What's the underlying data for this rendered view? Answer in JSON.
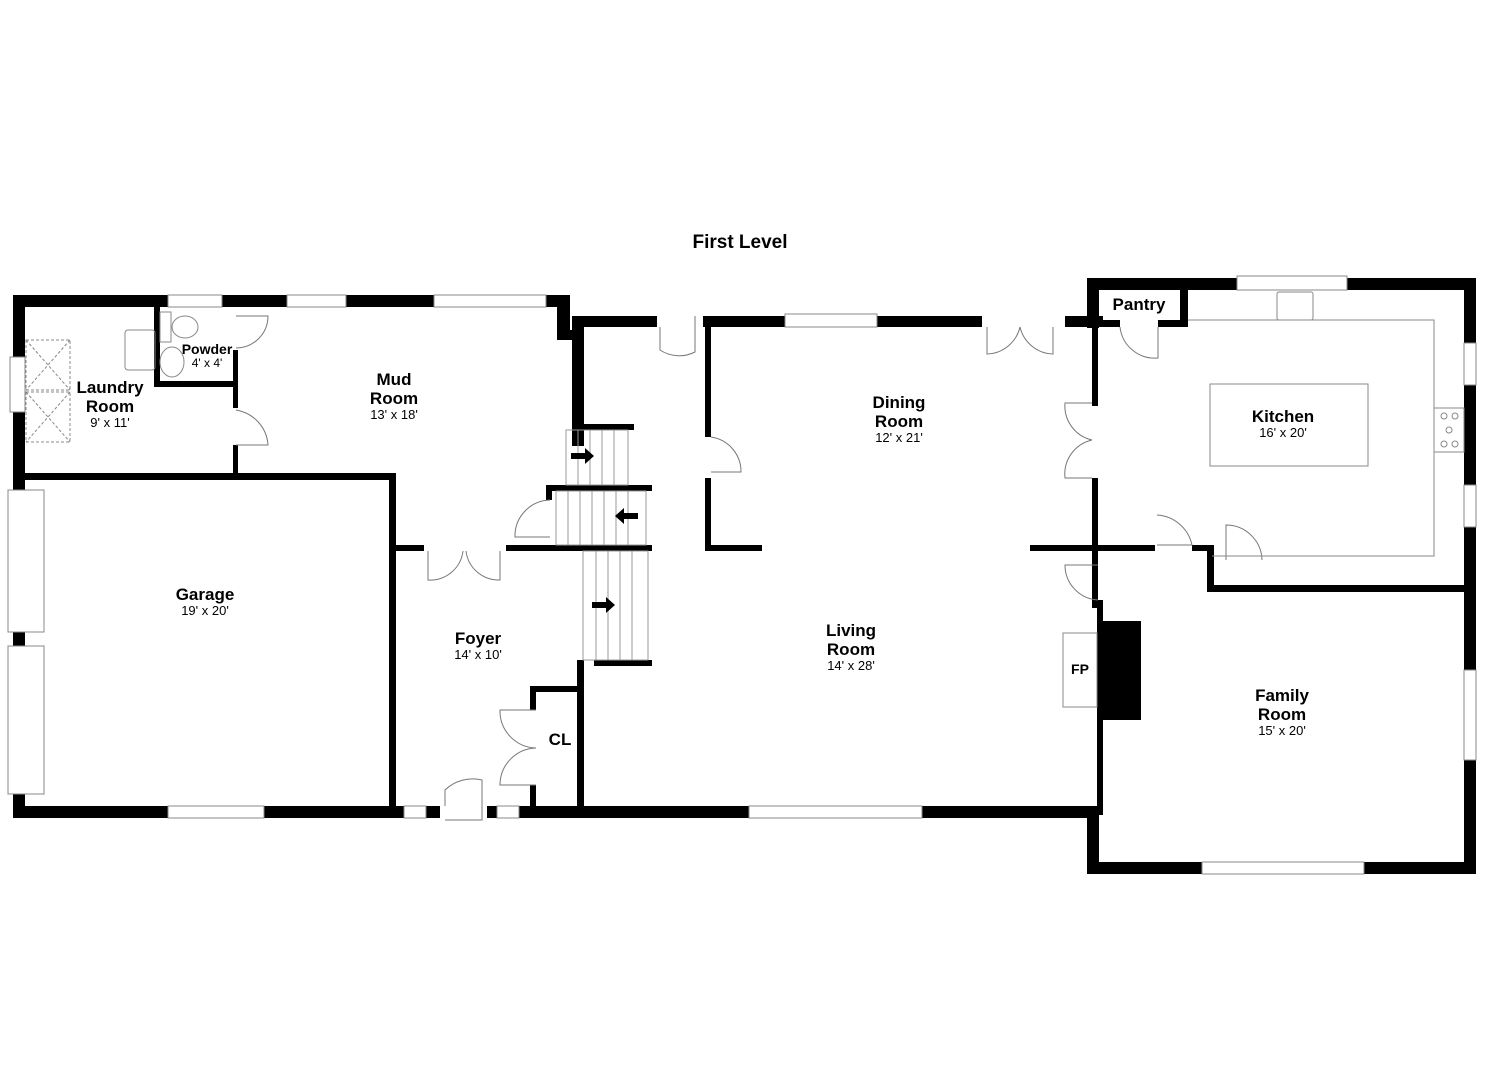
{
  "plan": {
    "title": "First Level",
    "wall_color": "#000000",
    "fixture_color": "#888888",
    "background": "#ffffff"
  },
  "rooms": [
    {
      "id": "laundry",
      "name_line1": "Laundry",
      "name_line2": "Room",
      "dimensions": "9' x 11'"
    },
    {
      "id": "powder",
      "name_line1": "Powder",
      "name_line2": "",
      "dimensions": "4' x 4'"
    },
    {
      "id": "mud",
      "name_line1": "Mud",
      "name_line2": "Room",
      "dimensions": "13' x 18'"
    },
    {
      "id": "garage",
      "name_line1": "Garage",
      "name_line2": "",
      "dimensions": "19' x 20'"
    },
    {
      "id": "foyer",
      "name_line1": "Foyer",
      "name_line2": "",
      "dimensions": "14' x 10'"
    },
    {
      "id": "closet",
      "name_line1": "CL",
      "name_line2": "",
      "dimensions": ""
    },
    {
      "id": "dining",
      "name_line1": "Dining",
      "name_line2": "Room",
      "dimensions": "12' x 21'"
    },
    {
      "id": "living",
      "name_line1": "Living",
      "name_line2": "Room",
      "dimensions": "14' x 28'"
    },
    {
      "id": "fireplace",
      "name_line1": "FP",
      "name_line2": "",
      "dimensions": ""
    },
    {
      "id": "pantry",
      "name_line1": "Pantry",
      "name_line2": "",
      "dimensions": ""
    },
    {
      "id": "kitchen",
      "name_line1": "Kitchen",
      "name_line2": "",
      "dimensions": "16' x 20'"
    },
    {
      "id": "family",
      "name_line1": "Family",
      "name_line2": "Room",
      "dimensions": "15' x 20'"
    }
  ],
  "symbols": {
    "stair_arrows": [
      "right",
      "left",
      "right"
    ],
    "fixtures": [
      "toilet",
      "powder-sink",
      "laundry-sink",
      "washer",
      "dryer",
      "kitchen-sink",
      "cooktop",
      "kitchen-island"
    ]
  }
}
